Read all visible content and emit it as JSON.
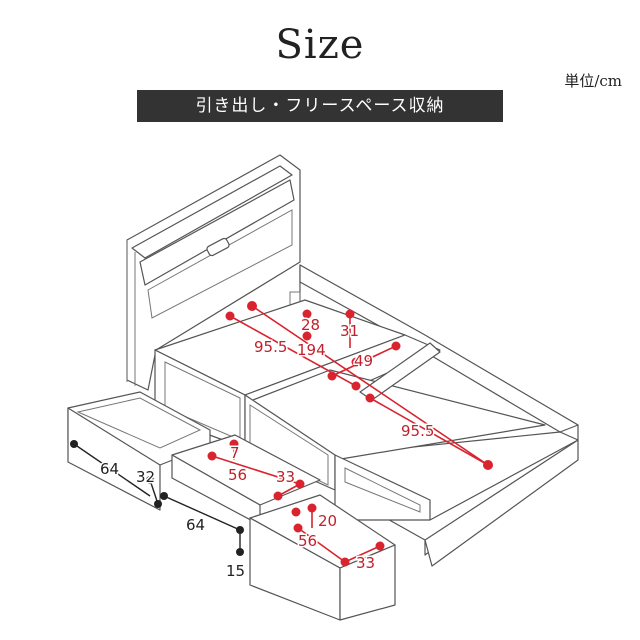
{
  "header": {
    "title": "Size",
    "unit": "単位/cm",
    "banner": "引き出し・フリースペース収納"
  },
  "dimensions": {
    "headboard_depth": "28",
    "headboard_height": "31",
    "total_length": "194",
    "mattress_width": "95.5",
    "mattress_width_left": "95.5",
    "mattress_width_right": "95.5",
    "frame_height": "49",
    "left_drawer_length": "64",
    "left_drawer_depth": "32",
    "lower_drawer_length": "64",
    "lower_drawer_height": "15",
    "drawer_width_top": "56",
    "drawer_depth_top": "33",
    "drawer_height_top": "7",
    "drawer_width_front": "56",
    "drawer_depth_front": "33",
    "drawer_height_front": "20"
  },
  "colors": {
    "accent_red": "#d9232e",
    "banner_bg": "#333333",
    "line": "#555555"
  }
}
